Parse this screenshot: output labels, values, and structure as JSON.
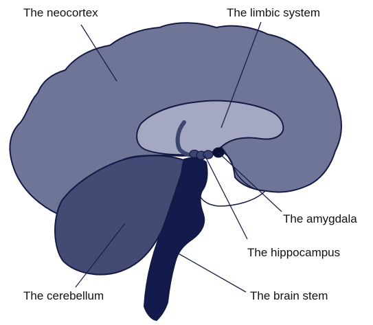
{
  "diagram": {
    "labels": {
      "neocortex": "The neocortex",
      "limbic_system": "The limbic system",
      "amygdala": "The amygdala",
      "hippocampus": "The hippocampus",
      "cerebellum": "The cerebellum",
      "brain_stem": "The brain stem"
    },
    "colors": {
      "neocortex": "#6e7596",
      "limbic_system": "#a4a8c3",
      "cerebellum": "#434a73",
      "brain_stem": "#131a4c",
      "hippocampus": "#3d4670",
      "amygdala": "#0b1038",
      "outline": "#141a45"
    }
  }
}
